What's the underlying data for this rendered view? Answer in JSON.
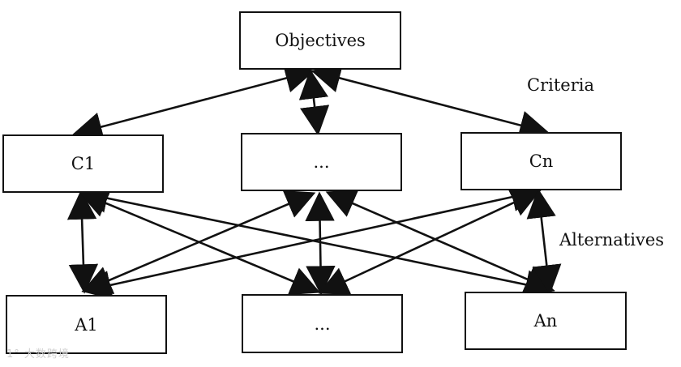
{
  "nodes": {
    "objectives": "Objectives",
    "c1": "C1",
    "c_mid": "...",
    "cn": "Cn",
    "a1": "A1",
    "a_mid": "...",
    "an": "An"
  },
  "labels": {
    "criteria": "Criteria",
    "alternatives": "Alternatives"
  },
  "watermark": "1° 大数跨境",
  "colors": {
    "stroke": "#111111",
    "background": "#ffffff"
  }
}
